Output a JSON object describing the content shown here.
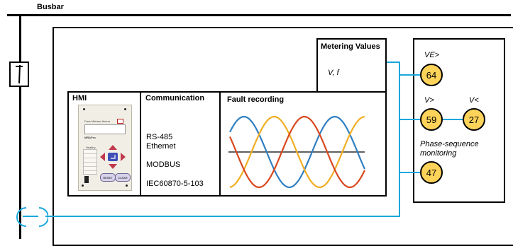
{
  "busbar": {
    "label": "Busbar"
  },
  "metering": {
    "title": "Metering Values",
    "quantities": "V, f"
  },
  "hmi": {
    "title": "HMI",
    "device_name": "Fanz Mehner Aloma",
    "device_model": "MRAPro",
    "ready_label": "Healthy",
    "btn_reset": "RESET",
    "btn_clear": "CLEAR"
  },
  "communication": {
    "title": "Communication",
    "interfaces": "RS-485",
    "interfaces2": "Ethernet",
    "protocol1": "MODBUS",
    "protocol2": "IEC60870-5-103"
  },
  "fault_recording": {
    "title": "Fault recording"
  },
  "protection": {
    "ve_label": "VE>",
    "ve_code": "64",
    "vover_label": "V>",
    "vover_code": "59",
    "vunder_label": "V<",
    "vunder_code": "27",
    "phase_label_1": "Phase-sequence",
    "phase_label_2": "monitoring",
    "phase_code": "47"
  },
  "colors": {
    "link": "#1aa7dc",
    "ansi_fill": "#fdd35a",
    "wave_blue": "#2f7fc1",
    "wave_orange": "#f0ae22",
    "wave_red": "#d9481f"
  }
}
